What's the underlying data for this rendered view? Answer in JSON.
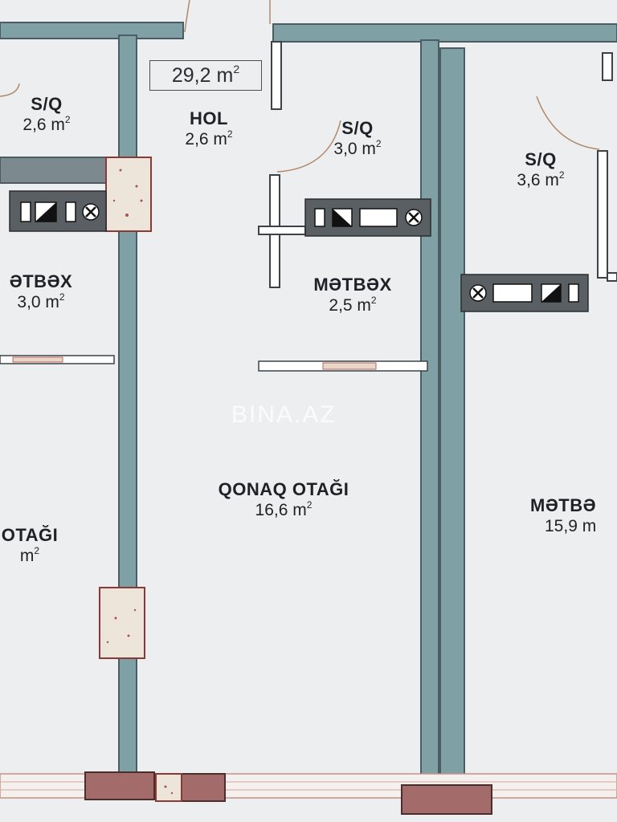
{
  "total_area": {
    "value": "29,2 m",
    "exp": "2"
  },
  "unit_exp": "2",
  "watermark": "BINA.AZ",
  "rooms": {
    "left_sq": {
      "name": "S/Q",
      "area": "2,6 m"
    },
    "left_kitchen": {
      "name": "ƏTBƏX",
      "area": "3,0 m"
    },
    "left_living": {
      "name": "OTAĞI",
      "area": "m"
    },
    "hall": {
      "name": "HOL",
      "area": "2,6 m"
    },
    "center_sq": {
      "name": "S/Q",
      "area": "3,0 m"
    },
    "center_kitchen": {
      "name": "MƏTBƏX",
      "area": "2,5 m"
    },
    "center_living": {
      "name": "QONAQ OTAĞI",
      "area": "16,6 m"
    },
    "right_sq": {
      "name": "S/Q",
      "area": "3,6 m"
    },
    "right_kitchen": {
      "name": "MƏTBƏ",
      "area": "15,9 m"
    }
  },
  "colors": {
    "background": "#eceef0",
    "wall": "#7fa1a5",
    "wall_outline": "#4b5d62",
    "column": "#a36b69",
    "shaft": "#ede5da",
    "appliance": "#5a5f64"
  }
}
